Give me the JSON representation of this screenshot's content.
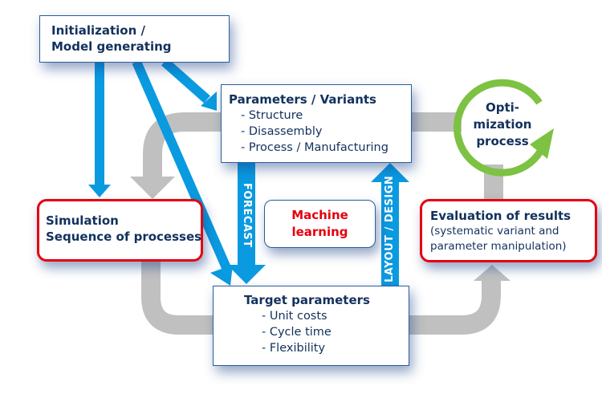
{
  "init": {
    "lines": [
      "Initialization /",
      "Model generating"
    ]
  },
  "params": {
    "title": "Parameters / Variants",
    "items": [
      "- Structure",
      "- Disassembly",
      "- Process / Manufacturing"
    ]
  },
  "simulation": {
    "lines": [
      "Simulation",
      "Sequence of processes"
    ]
  },
  "machine_learning": {
    "lines": [
      "Machine",
      "learning"
    ]
  },
  "evaluation": {
    "title": "Evaluation of results",
    "lines": [
      "(systematic variant and",
      "parameter manipulation)"
    ]
  },
  "target": {
    "title": "Target parameters",
    "items": [
      "- Unit costs",
      "- Cycle time",
      "- Flexibility"
    ]
  },
  "optimization": {
    "lines": [
      "Opti-",
      "mization",
      "process"
    ]
  },
  "arrows": {
    "forecast": "FORECAST",
    "layout": "LAYOUT / DESIGN"
  },
  "colors": {
    "blue_arrow": "#0a9ae0",
    "gray_flow": "#c0c0c0",
    "red_border": "#e4000f",
    "green_cycle": "#7dc242",
    "text": "#13315c"
  }
}
